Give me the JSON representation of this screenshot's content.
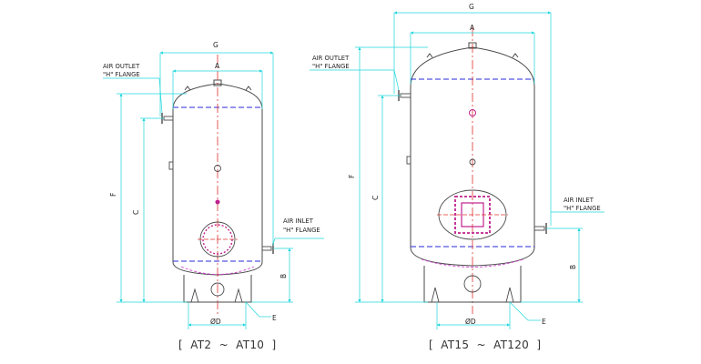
{
  "colors": {
    "outline": "#4a4a4a",
    "dimension": "#1fd6dc",
    "centerline": "#e0322e",
    "seam_blue": "#2a2ad8",
    "dished_bottom": "#d040d0",
    "manway": "#c0208c"
  },
  "dimension_labels": {
    "g": "G",
    "a": "A",
    "f": "F",
    "c": "C",
    "b": "B",
    "od": "ØD",
    "e": "E"
  },
  "callouts": {
    "air_outlet_line1": "AIR OUTLET",
    "air_outlet_line2": "\"H\" FLANGE",
    "air_inlet_line1": "AIR INLET",
    "air_inlet_line2": "\"H\" FLANGE"
  },
  "captions": {
    "left": "[  AT2  ~  AT10  ]",
    "right": "[  AT15  ~  AT120  ]"
  }
}
